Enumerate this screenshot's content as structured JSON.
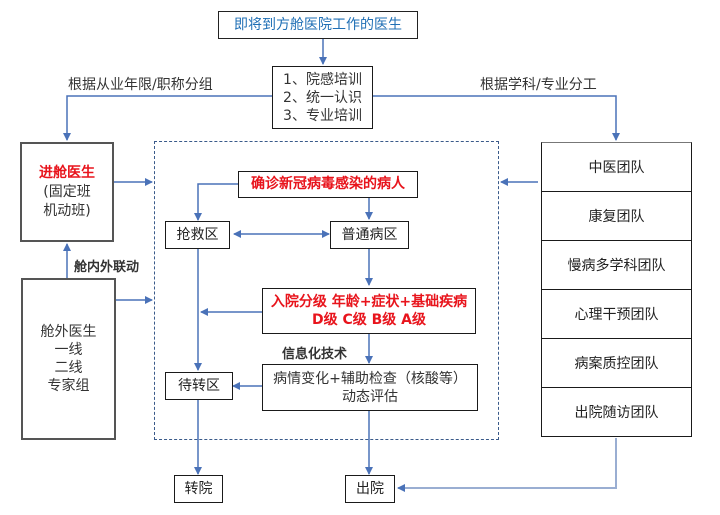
{
  "title": "即将到方舱医院工作的医生",
  "training": {
    "items": [
      "1、院感培训",
      "2、统一认识",
      "3、专业培训"
    ]
  },
  "left_branch_label": "根据从业年限/职称分组",
  "right_branch_label": "根据学科/专业分工",
  "inside_doctors": {
    "title": "进舱医生",
    "line1": "(固定班",
    "line2": "机动班)"
  },
  "linkage_label": "舱内外联动",
  "outside_doctors": {
    "lines": [
      "舱外医生",
      "一线",
      "二线",
      "专家组"
    ]
  },
  "patient_source": "确诊新冠病毒感染的病人",
  "rescue_zone": "抢救区",
  "general_ward": "普通病区",
  "grading": {
    "line1": "入院分级 年龄+症状+基础疾病",
    "line2": "D级 C级 B级 A级"
  },
  "it_label": "信息化技术",
  "evaluation": {
    "line1": "病情变化+辅助检查（核酸等）",
    "line2": "动态评估"
  },
  "transfer_wait": "待转区",
  "transfer": "转院",
  "discharge": "出院",
  "teams": [
    "中医团队",
    "康复团队",
    "慢病多学科团队",
    "心理干预团队",
    "病案质控团队",
    "出院随访团队"
  ],
  "colors": {
    "arrow": "#4a72b8",
    "highlight": "#e8141c",
    "title_text": "#1f6fb5"
  }
}
